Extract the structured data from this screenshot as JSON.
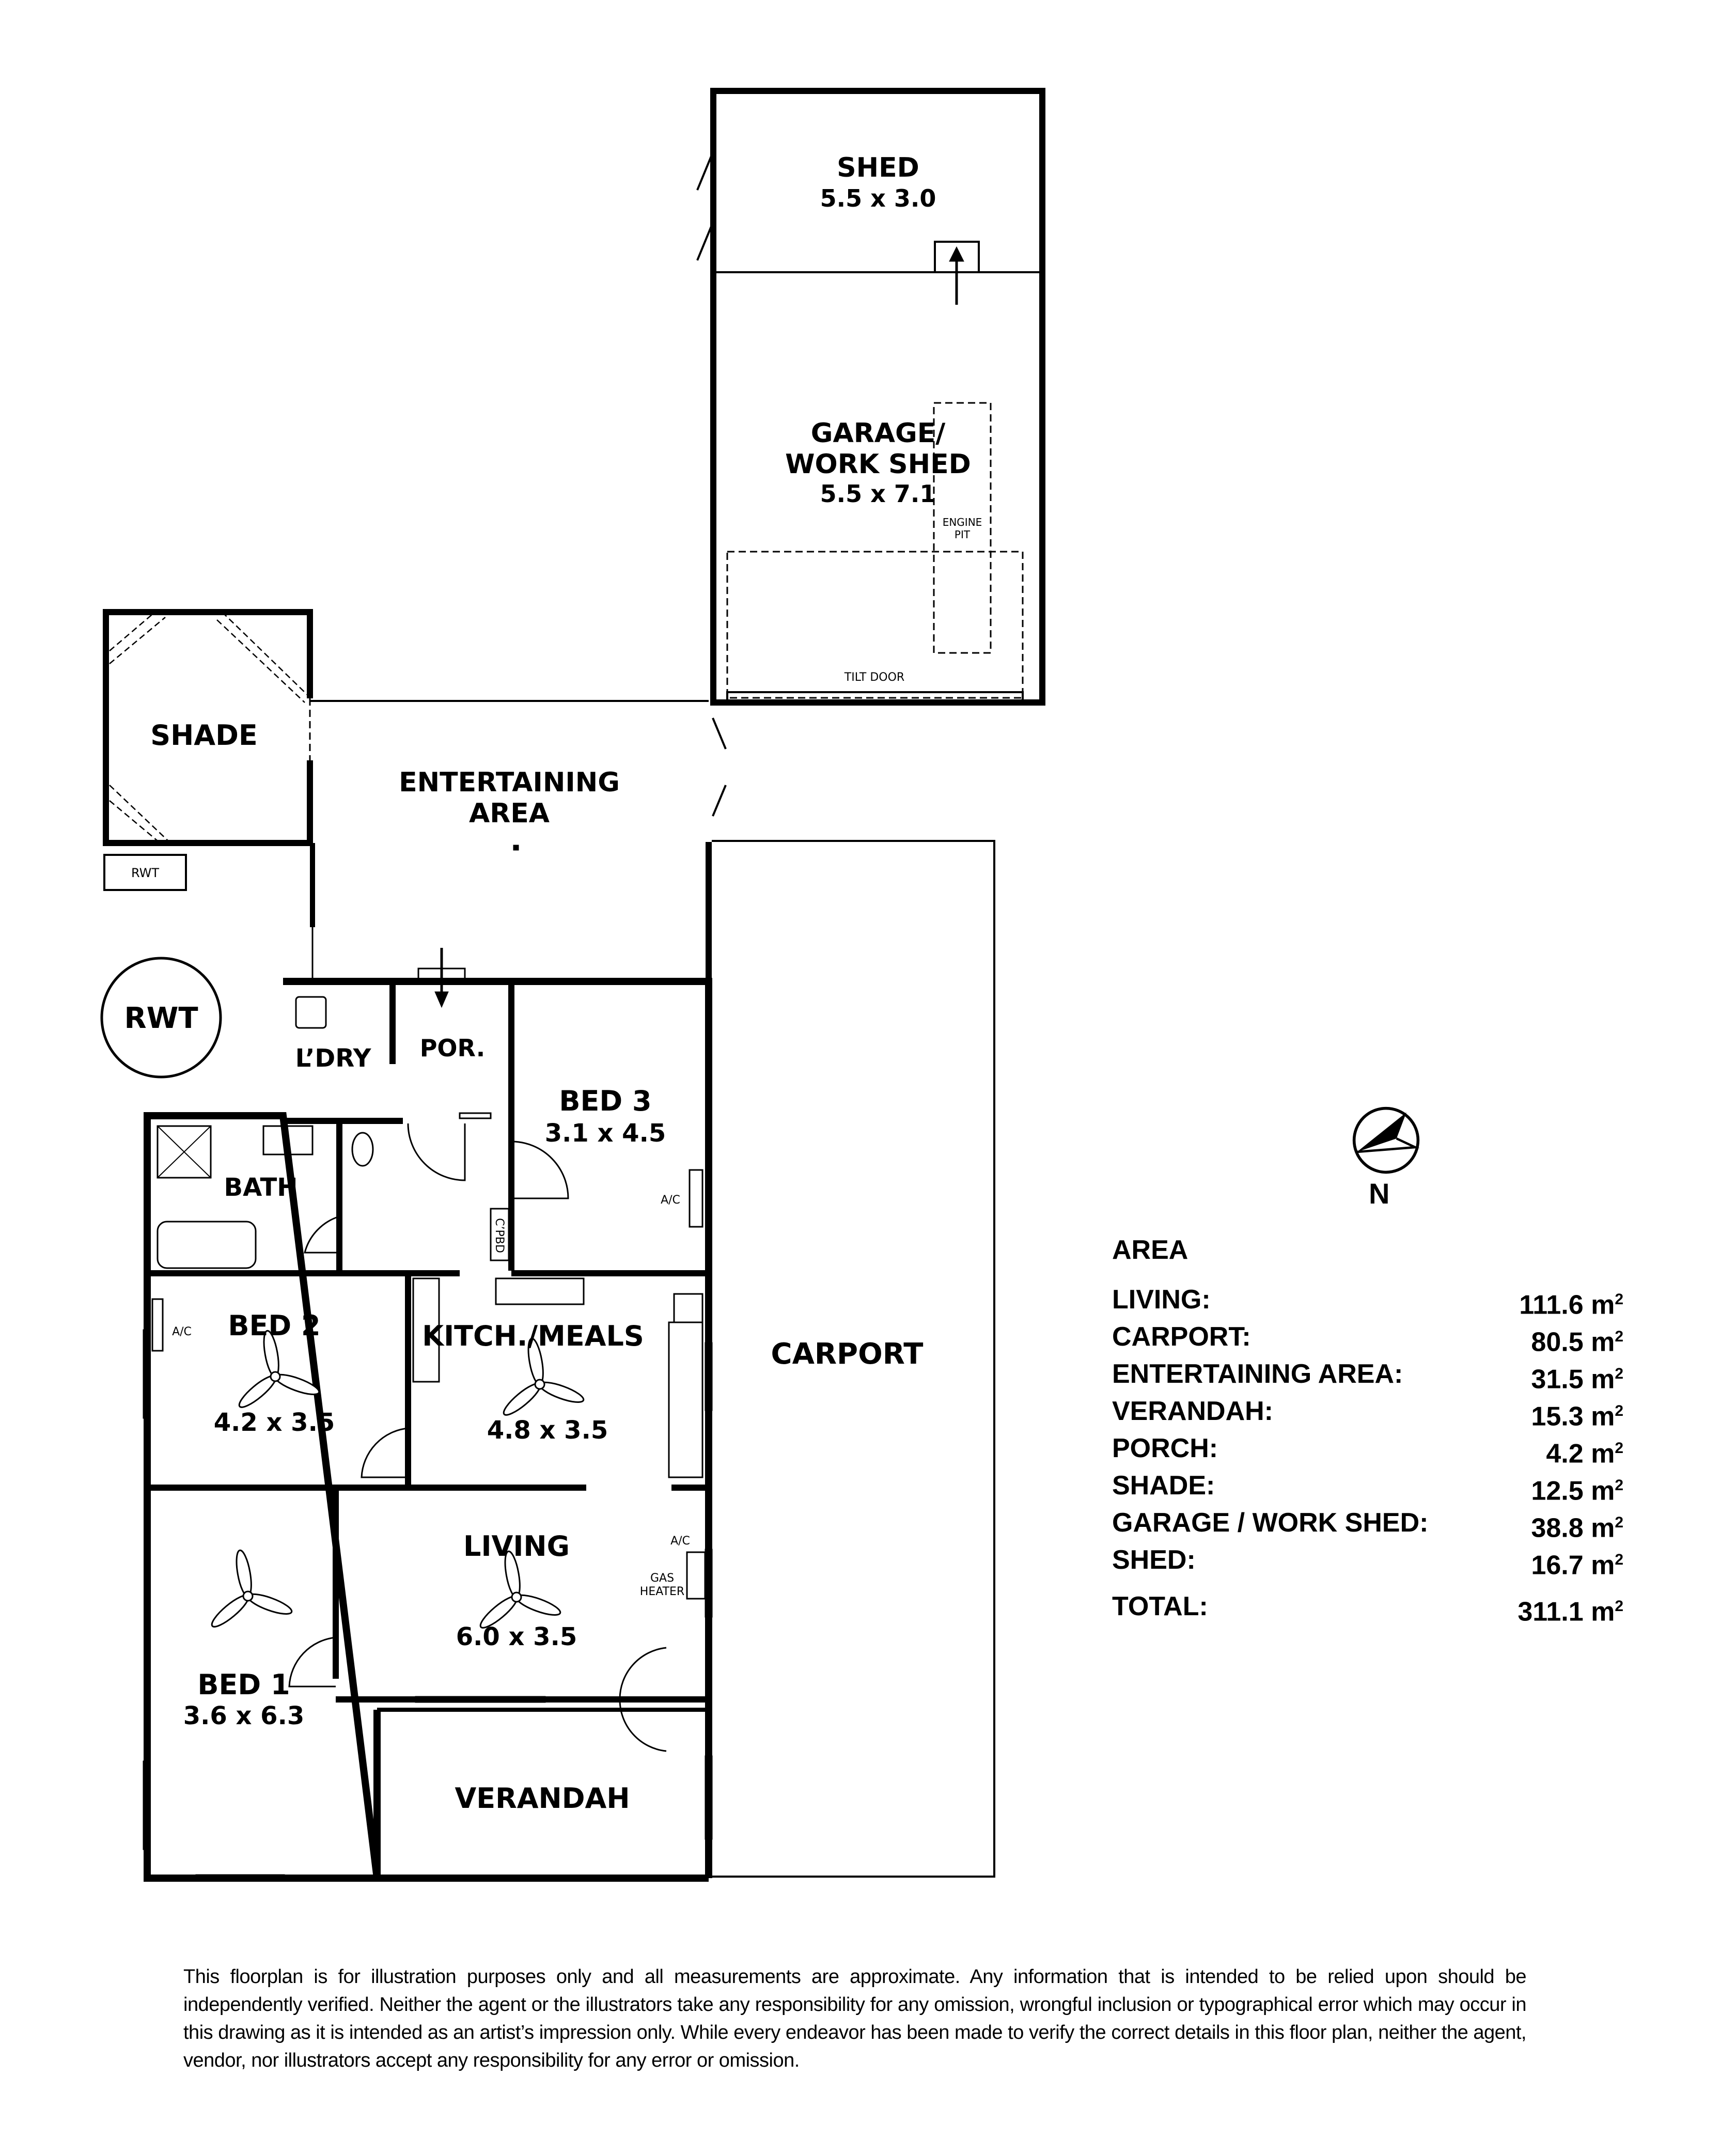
{
  "rooms": {
    "shed": {
      "label": "SHED",
      "dims": "5.5 x 3.0"
    },
    "garage": {
      "label1": "GARAGE/",
      "label2": "WORK SHED",
      "dims": "5.5 x 7.1",
      "engine_pit_1": "ENGINE",
      "engine_pit_2": "PIT",
      "tilt_door": "TILT DOOR"
    },
    "shade": {
      "label": "SHADE"
    },
    "entertaining": {
      "label1": "ENTERTAINING",
      "label2": "AREA"
    },
    "rwt_box": {
      "label": "RWT"
    },
    "rwt_circle": {
      "label": "RWT"
    },
    "laundry": {
      "label": "L’DRY"
    },
    "porch": {
      "label": "POR."
    },
    "bed3": {
      "label": "BED 3",
      "dims": "3.1 x 4.5",
      "ac": "A/C"
    },
    "bath": {
      "label": "BATH"
    },
    "cpbd": {
      "label": "C’PBD"
    },
    "bed2": {
      "label": "BED 2",
      "dims": "4.2 x 3.5",
      "ac": "A/C"
    },
    "kitchen": {
      "label": "KITCH./MEALS",
      "dims": "4.8 x 3.5"
    },
    "carport": {
      "label": "CARPORT"
    },
    "living": {
      "label": "LIVING",
      "dims": "6.0 x 3.5",
      "ac": "A/C",
      "heater1": "GAS",
      "heater2": "HEATER"
    },
    "bed1": {
      "label": "BED 1",
      "dims": "3.6 x 6.3"
    },
    "verandah": {
      "label": "VERANDAH"
    }
  },
  "compass": {
    "label": "N"
  },
  "area": {
    "title": "AREA",
    "rows": [
      {
        "label": "LIVING:",
        "value": "111.6 m",
        "unit_sup": "2"
      },
      {
        "label": "CARPORT:",
        "value": "80.5 m",
        "unit_sup": "2"
      },
      {
        "label": "ENTERTAINING AREA:",
        "value": "31.5 m",
        "unit_sup": "2"
      },
      {
        "label": "VERANDAH:",
        "value": "15.3 m",
        "unit_sup": "2"
      },
      {
        "label": "PORCH:",
        "value": "4.2 m",
        "unit_sup": "2"
      },
      {
        "label": "SHADE:",
        "value": "12.5 m",
        "unit_sup": "2"
      },
      {
        "label": "GARAGE / WORK SHED:",
        "value": "38.8 m",
        "unit_sup": "2"
      },
      {
        "label": "SHED:",
        "value": "16.7 m",
        "unit_sup": "2"
      }
    ],
    "total": {
      "label": "TOTAL:",
      "value": "311.1 m",
      "unit_sup": "2"
    }
  },
  "disclaimer": "This floorplan is for illustration purposes only and all measurements are approximate. Any information that is intended to be relied upon should be independently verified. Neither the agent or the illustrators take any responsibility for any omission, wrongful inclusion or typographical error which may occur in this drawing as it is intended as an artist’s impression only. While every endeavor has been made to verify the correct details in this floor plan, neither the agent, vendor, nor illustrators accept any responsibility for any error or omission."
}
